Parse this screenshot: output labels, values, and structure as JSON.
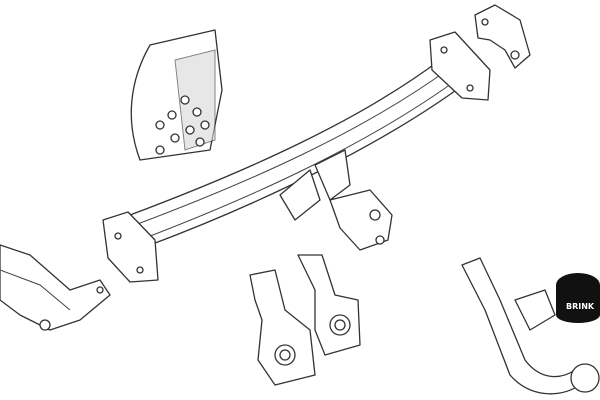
{
  "diagram": {
    "parts": [
      "tow-bar-crossbeam",
      "side-bracket-left",
      "mounting-plate-top-right",
      "fastener-kit-panel",
      "socket-plates",
      "ball-neck",
      "electrical-socket"
    ],
    "colors": {
      "line": "#333333",
      "shade": "#d8d8d8",
      "socket_cap": "#111111"
    },
    "logo_text": "BRINK"
  }
}
